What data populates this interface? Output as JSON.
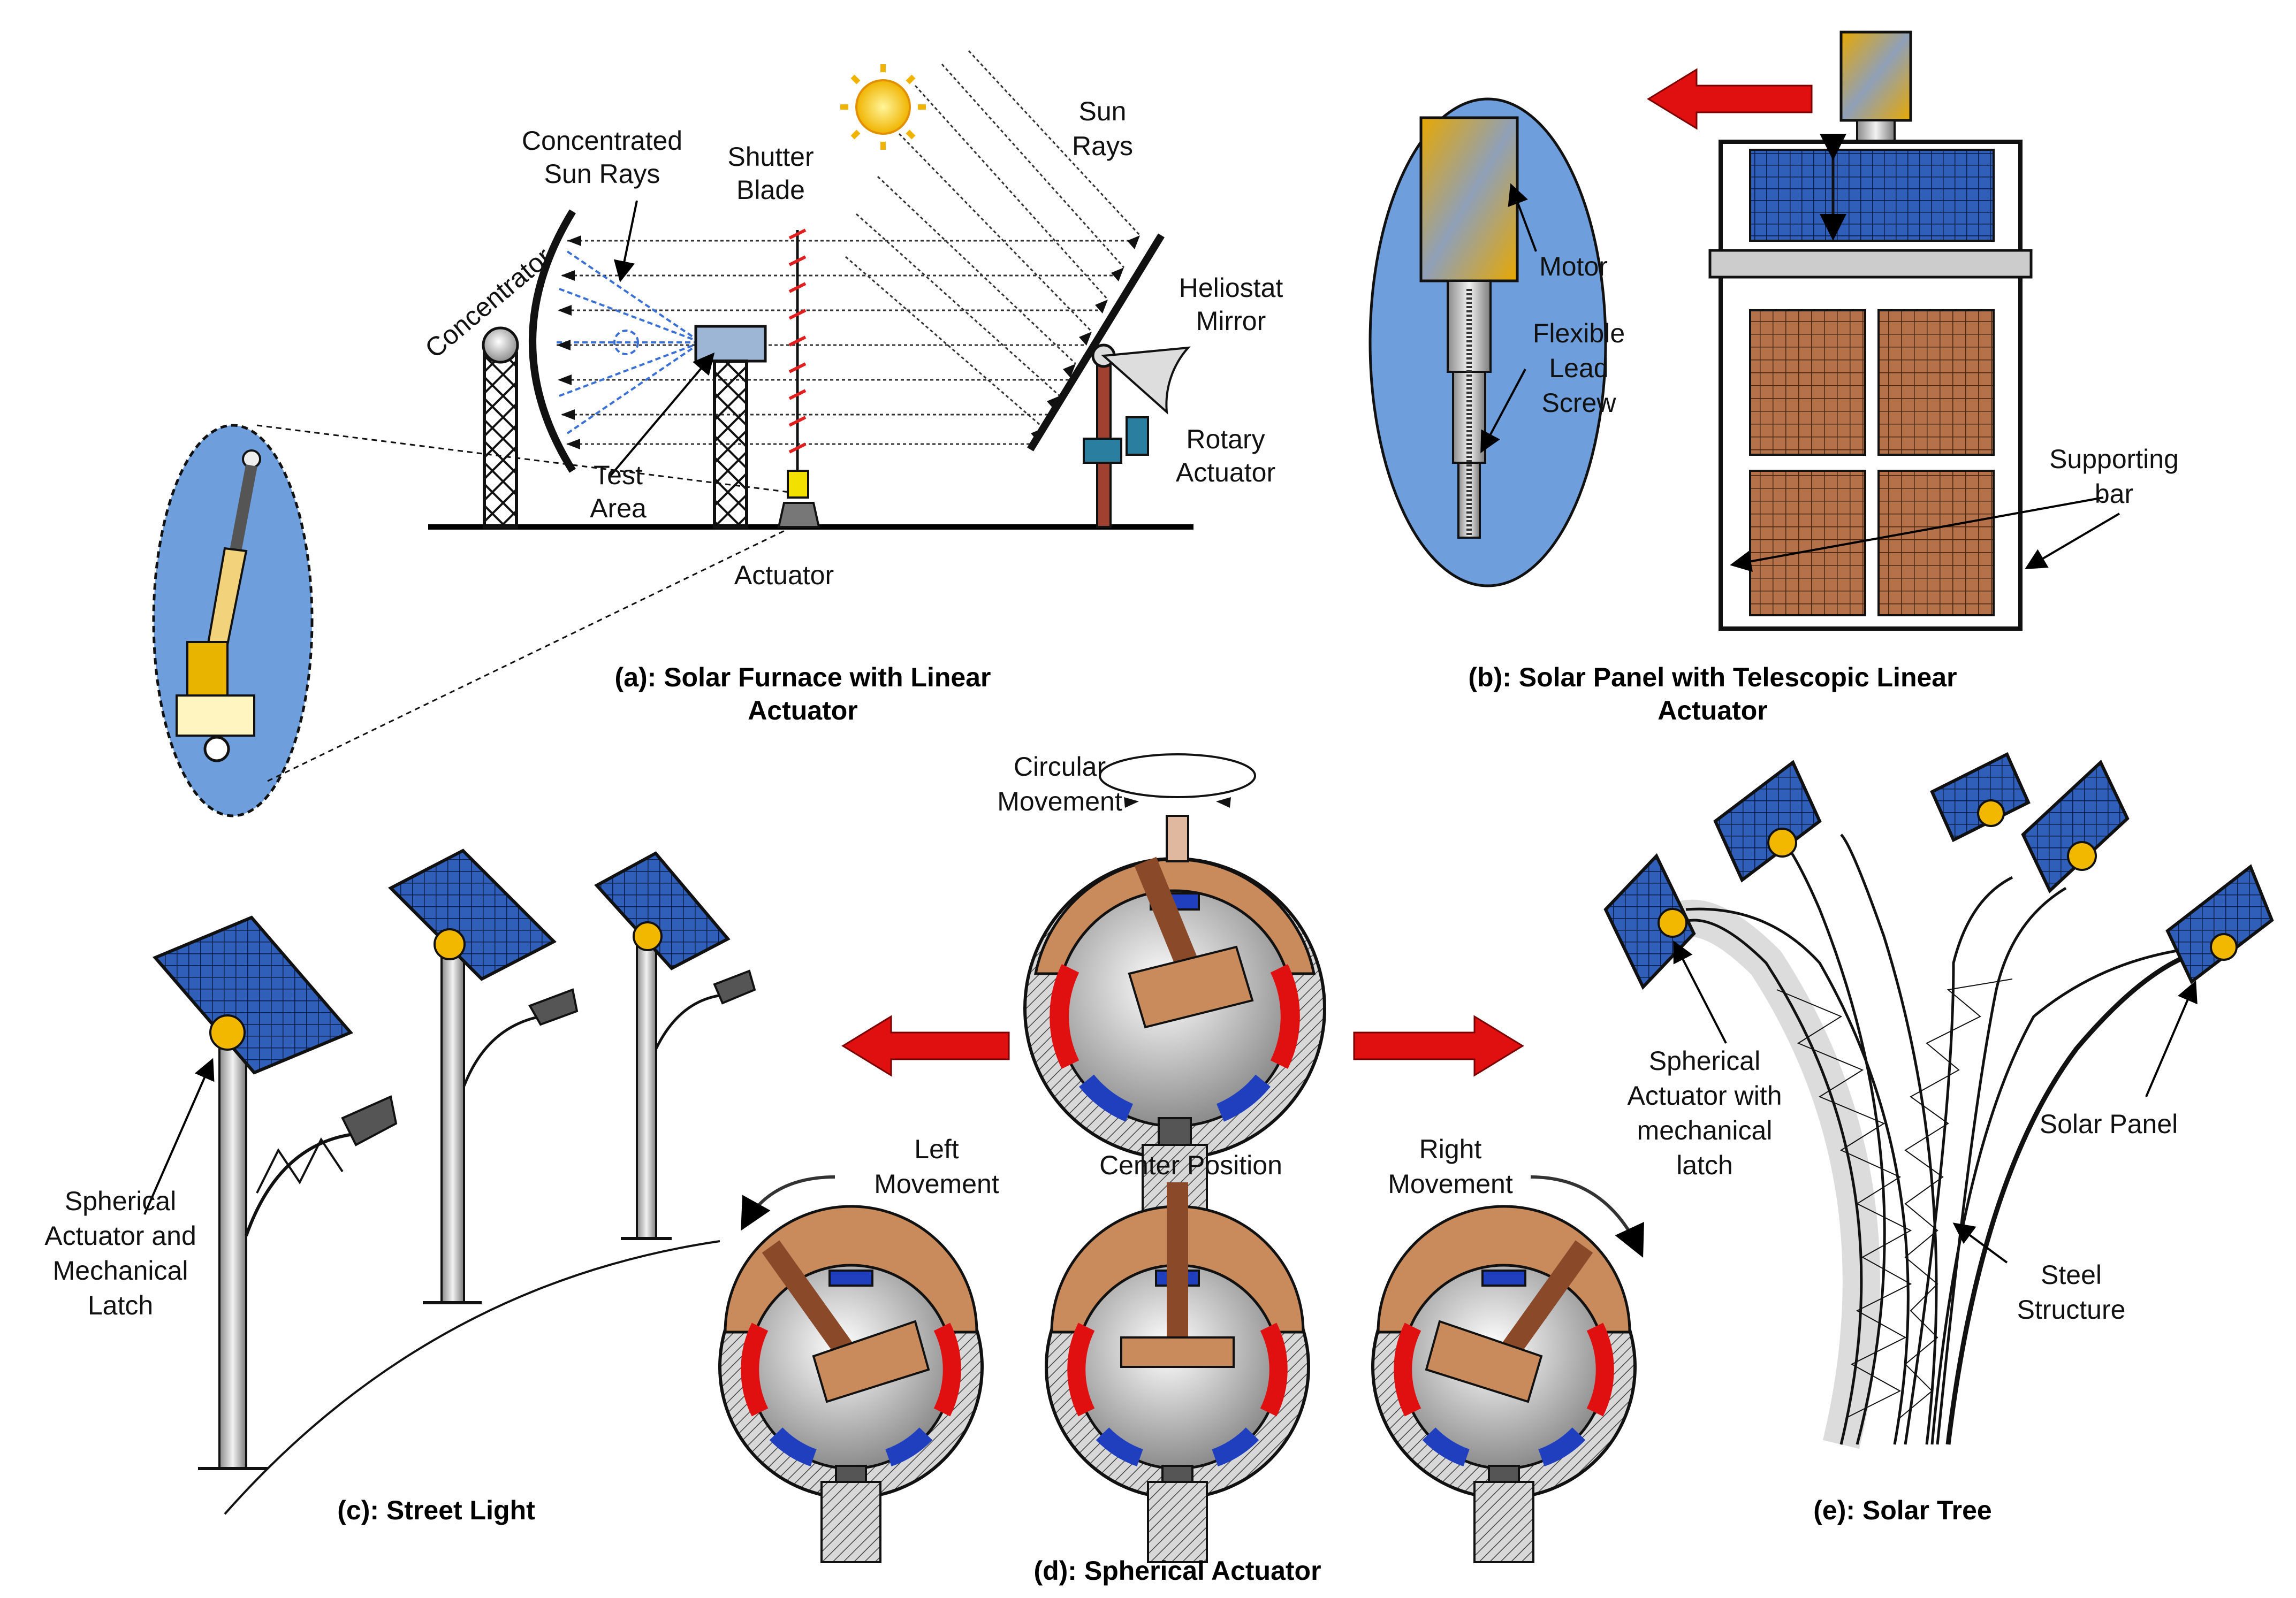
{
  "panel_a": {
    "caption_line1": "(a): Solar Furnace with Linear",
    "caption_line2": "Actuator",
    "concentrated_line1": "Concentrated",
    "concentrated_line2": "Sun Rays",
    "shutter_line1": "Shutter",
    "shutter_line2": "Blade",
    "sun_line1": "Sun",
    "sun_line2": "Rays",
    "concentrator": "Concentrator",
    "heliostat_line1": "Heliostat",
    "heliostat_line2": "Mirror",
    "test_line1": "Test",
    "test_line2": "Area",
    "rotary_line1": "Rotary",
    "rotary_line2": "Actuator",
    "actuator": "Actuator"
  },
  "panel_b": {
    "caption_line1": "(b): Solar Panel with Telescopic Linear",
    "caption_line2": "Actuator",
    "motor": "Motor",
    "flex_line1": "Flexible",
    "flex_line2": "Lead",
    "flex_line3": "Screw",
    "support_line1": "Supporting",
    "support_line2": "bar"
  },
  "panel_c": {
    "caption": "(c): Street Light",
    "sph_line1": "Spherical",
    "sph_line2": "Actuator and",
    "sph_line3": "Mechanical",
    "sph_line4": "Latch"
  },
  "panel_d": {
    "caption": "(d): Spherical Actuator",
    "circ_line1": "Circular",
    "circ_line2": "Movement",
    "left_line1": "Left",
    "left_line2": "Movement",
    "center": "Center Position",
    "right_line1": "Right",
    "right_line2": "Movement"
  },
  "panel_e": {
    "caption": "(e): Solar Tree",
    "sph_line1": "Spherical",
    "sph_line2": "Actuator with",
    "sph_line3": "mechanical",
    "sph_line4": "latch",
    "solar_panel": "Solar Panel",
    "steel_line1": "Steel",
    "steel_line2": "Structure"
  },
  "colors": {
    "panel_blue": "#3a6fc4",
    "bubble_blue": "#6e9fdc",
    "arrow_red": "#e01010",
    "brown_cell": "#b5714a",
    "gold": "#e8b400",
    "copper": "#c98a5c"
  }
}
